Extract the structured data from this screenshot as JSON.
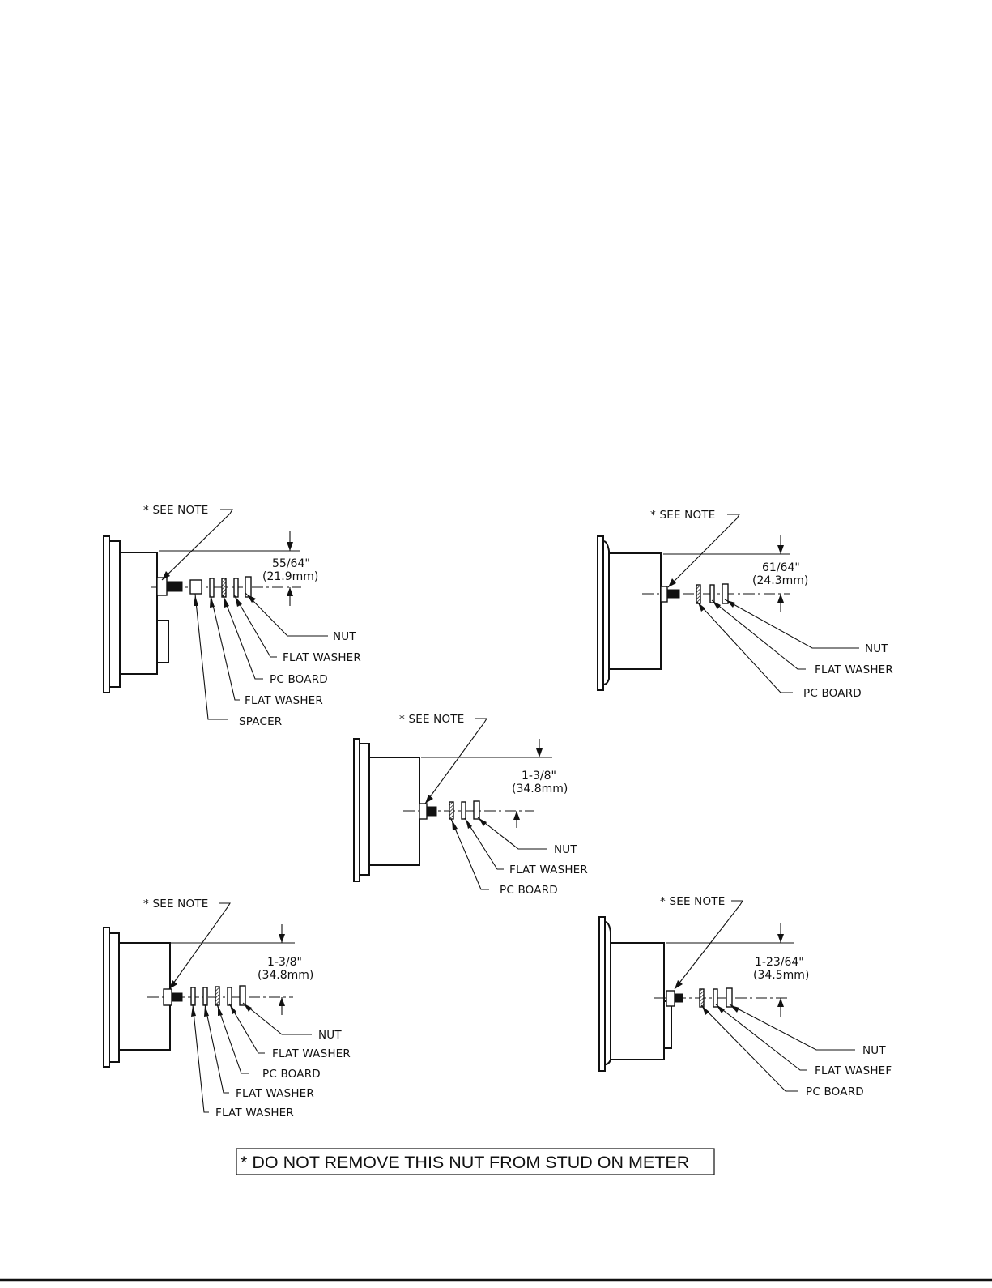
{
  "labels": {
    "see_note": "* SEE NOTE",
    "nut": "NUT",
    "flat_washer": "FLAT WASHER",
    "flat_washer_clipped": "FLAT WASHEF",
    "pc_board": "PC BOARD",
    "spacer": "SPACER"
  },
  "diagrams": {
    "top_left": {
      "dim_in": "55/64\"",
      "dim_mm": "(21.9mm)"
    },
    "top_right": {
      "dim_in": "61/64\"",
      "dim_mm": "(24.3mm)"
    },
    "middle": {
      "dim_in": "1-3/8\"",
      "dim_mm": "(34.8mm)"
    },
    "bottom_left": {
      "dim_in": "1-3/8\"",
      "dim_mm": "(34.8mm)"
    },
    "bottom_right": {
      "dim_in": "1-23/64\"",
      "dim_mm": "(34.5mm)"
    }
  },
  "note": "* DO NOT REMOVE THIS NUT FROM STUD ON METER"
}
